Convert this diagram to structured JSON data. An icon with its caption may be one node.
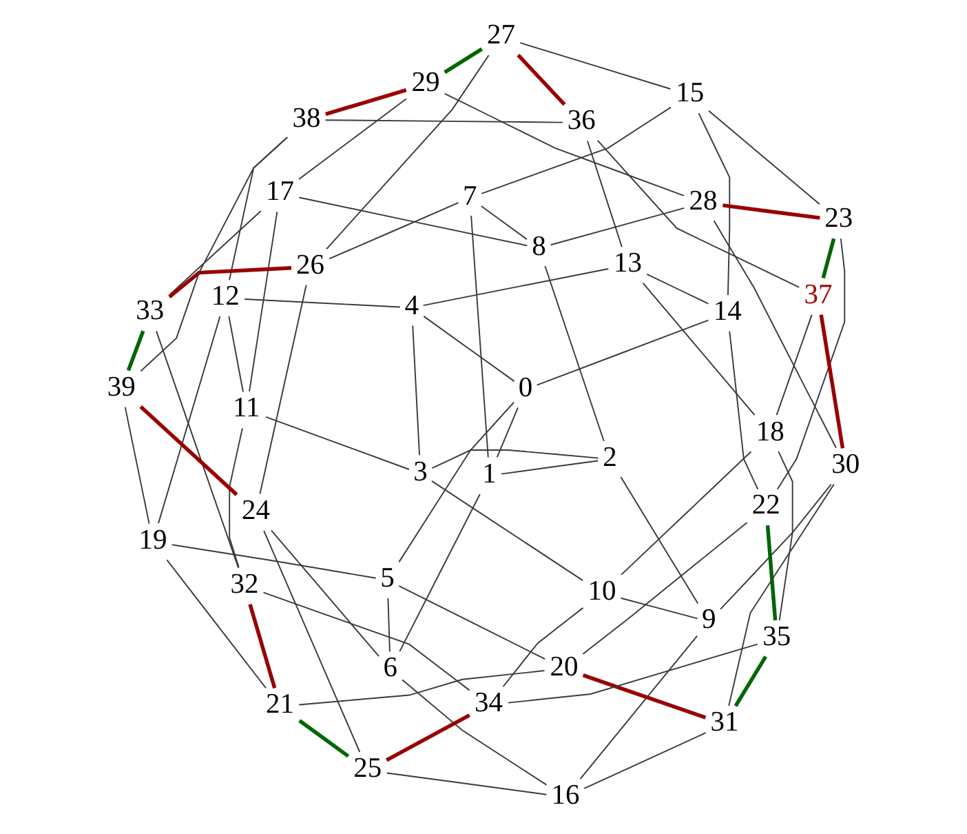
{
  "diagram": {
    "nodes": [
      {
        "text": [
          "0"
        ]
      },
      {
        "text": [
          "1"
        ]
      },
      {
        "text": [
          "2"
        ]
      },
      {
        "text": [
          "3"
        ]
      },
      {
        "text": [
          "4"
        ]
      },
      {
        "text": [
          "5"
        ]
      },
      {
        "text": [
          "6"
        ]
      },
      {
        "text": [
          "7"
        ]
      },
      {
        "text": [
          "8"
        ]
      },
      {
        "text": [
          "9"
        ]
      },
      {
        "text": [
          "10"
        ]
      },
      {
        "text": [
          "11"
        ]
      },
      {
        "text": [
          "12"
        ]
      },
      {
        "text": [
          "13"
        ]
      },
      {
        "text": [
          "14"
        ]
      },
      {
        "text": [
          "15"
        ]
      },
      {
        "text": [
          "16"
        ]
      },
      {
        "text": [
          "17"
        ]
      },
      {
        "text": [
          "18"
        ]
      },
      {
        "text": [
          "19"
        ]
      },
      {
        "text": [
          "20"
        ]
      },
      {
        "text": [
          "21"
        ]
      },
      {
        "text": [
          "22"
        ]
      },
      {
        "text": [
          "23"
        ]
      },
      {
        "text": [
          "24"
        ]
      },
      {
        "text": [
          "25"
        ]
      },
      {
        "text": [
          "26"
        ]
      },
      {
        "text": [
          "27"
        ]
      },
      {
        "text": [
          "28"
        ]
      },
      {
        "text": [
          "29"
        ]
      },
      {
        "text": [
          "30"
        ]
      },
      {
        "text": [
          "31"
        ]
      },
      {
        "text": [
          "32"
        ]
      },
      {
        "text": [
          "33"
        ]
      },
      {
        "text": [
          "34"
        ]
      },
      {
        "text": [
          "35"
        ]
      },
      {
        "text": [
          "36"
        ]
      },
      {
        "text": [
          "37"
        ]
      },
      {
        "text": [
          "38"
        ]
      },
      {
        "text": [
          "39"
        ]
      }
    ],
    "edges": [
      {
        "from": 0,
        "to": 1,
        "arrow": "none"
      },
      {
        "from": 0,
        "to": 4,
        "arrow": "none"
      },
      {
        "from": 0,
        "to": 5,
        "arrow": "none"
      },
      {
        "from": 0,
        "to": 14,
        "arrow": "none"
      },
      {
        "from": 1,
        "to": 2,
        "arrow": "none"
      },
      {
        "from": 1,
        "to": 6,
        "arrow": "none"
      },
      {
        "from": 1,
        "to": 7,
        "arrow": "none"
      },
      {
        "from": 2,
        "to": 3,
        "arrow": "none"
      },
      {
        "from": 2,
        "to": 8,
        "arrow": "none"
      },
      {
        "from": 2,
        "to": 9,
        "arrow": "none"
      },
      {
        "from": 3,
        "to": 4,
        "arrow": "none"
      },
      {
        "from": 3,
        "to": 10,
        "arrow": "none"
      },
      {
        "from": 3,
        "to": 11,
        "arrow": "none"
      },
      {
        "from": 4,
        "to": 12,
        "arrow": "none"
      },
      {
        "from": 4,
        "to": 13,
        "arrow": "none"
      },
      {
        "from": 5,
        "to": 6,
        "arrow": "none"
      },
      {
        "from": 5,
        "to": 20,
        "arrow": "none"
      },
      {
        "from": 5,
        "to": 19,
        "arrow": "none"
      },
      {
        "from": 6,
        "to": 24,
        "arrow": "none"
      },
      {
        "from": 6,
        "to": 16,
        "arrow": "none"
      },
      {
        "from": 7,
        "to": 8,
        "arrow": "none"
      },
      {
        "from": 7,
        "to": 15,
        "arrow": "none"
      },
      {
        "from": 7,
        "to": 26,
        "arrow": "none"
      },
      {
        "from": 8,
        "to": 17,
        "arrow": "none"
      },
      {
        "from": 8,
        "to": 28,
        "arrow": "none"
      },
      {
        "from": 9,
        "to": 10,
        "arrow": "none"
      },
      {
        "from": 9,
        "to": 16,
        "arrow": "none"
      },
      {
        "from": 9,
        "to": 30,
        "arrow": "none"
      },
      {
        "from": 10,
        "to": 18,
        "arrow": "none"
      },
      {
        "from": 10,
        "to": 34,
        "arrow": "none"
      },
      {
        "from": 11,
        "to": 12,
        "arrow": "none"
      },
      {
        "from": 11,
        "to": 32,
        "arrow": "none"
      },
      {
        "from": 11,
        "to": 17,
        "arrow": "none"
      },
      {
        "from": 12,
        "to": 19,
        "arrow": "none"
      },
      {
        "from": 12,
        "to": 38,
        "arrow": "none"
      },
      {
        "from": 13,
        "to": 14,
        "arrow": "none"
      },
      {
        "from": 13,
        "to": 18,
        "arrow": "none"
      },
      {
        "from": 13,
        "to": 36,
        "arrow": "none"
      },
      {
        "from": 14,
        "to": 15,
        "arrow": "none"
      },
      {
        "from": 14,
        "to": 22,
        "arrow": "none"
      },
      {
        "from": 15,
        "to": 23,
        "arrow": "none"
      },
      {
        "from": 15,
        "to": 27,
        "arrow": "none"
      },
      {
        "from": 16,
        "to": 25,
        "arrow": "none"
      },
      {
        "from": 16,
        "to": 31,
        "arrow": "none"
      },
      {
        "from": 17,
        "to": 29,
        "arrow": "none"
      },
      {
        "from": 17,
        "to": 33,
        "arrow": "none"
      },
      {
        "from": 18,
        "to": 35,
        "arrow": "none"
      },
      {
        "from": 18,
        "to": 37,
        "arrow": "none"
      },
      {
        "from": 19,
        "to": 21,
        "arrow": "none"
      },
      {
        "from": 19,
        "to": 39,
        "arrow": "none"
      },
      {
        "from": 20,
        "to": 21,
        "arrow": "none"
      },
      {
        "from": 20,
        "to": 22,
        "arrow": "none"
      },
      {
        "from": 22,
        "to": 23,
        "arrow": "none"
      },
      {
        "from": 24,
        "to": 25,
        "arrow": "none"
      },
      {
        "from": 24,
        "to": 26,
        "arrow": "none"
      },
      {
        "from": 26,
        "to": 27,
        "arrow": "none"
      },
      {
        "from": 28,
        "to": 29,
        "arrow": "none"
      },
      {
        "from": 28,
        "to": 30,
        "arrow": "none"
      },
      {
        "from": 30,
        "to": 31,
        "arrow": "none"
      },
      {
        "from": 32,
        "to": 33,
        "arrow": "none"
      },
      {
        "from": 32,
        "to": 34,
        "arrow": "none"
      },
      {
        "from": 34,
        "to": 35,
        "arrow": "none"
      },
      {
        "from": 36,
        "to": 37,
        "arrow": "none"
      },
      {
        "from": 36,
        "to": 38,
        "arrow": "none"
      },
      {
        "from": 38,
        "to": 39,
        "arrow": "none"
      },
      {
        "from": 21,
        "to": 32,
        "arrow": "none",
        "style": "thick",
        "color": "#990000"
      },
      {
        "from": 23,
        "to": 28,
        "arrow": "none",
        "style": "thick",
        "color": "#990000"
      },
      {
        "from": 39,
        "to": 24,
        "arrow": "none",
        "style": "thick",
        "color": "#990000"
      },
      {
        "from": 36,
        "to": 27,
        "arrow": "none",
        "style": "thick",
        "color": "#990000"
      },
      {
        "from": 37,
        "to": 30,
        "arrow": "none",
        "style": "thick",
        "color": "#990000"
      },
      {
        "from": 38,
        "to": 29,
        "arrow": "none",
        "style": "thick",
        "color": "#990000"
      },
      {
        "from": 20,
        "to": 31,
        "arrow": "none",
        "style": "thick",
        "color": "#990000"
      },
      {
        "from": 26,
        "to": 33,
        "arrow": "none",
        "style": "thick",
        "color": "#990000"
      },
      {
        "from": 25,
        "to": 34,
        "arrow": "none",
        "style": "thick",
        "color": "#990000"
      },
      {
        "from": 21,
        "to": 25,
        "arrow": "none",
        "style": "thick",
        "color": "#006600"
      },
      {
        "from": 37,
        "to": 23,
        "arrow": "none",
        "style": "thick",
        "color": "#006600"
      },
      {
        "from": 39,
        "to": 33,
        "arrow": "none",
        "style": "thick",
        "color": "#006600"
      },
      {
        "from": 22,
        "to": 35,
        "arrow": "none",
        "style": "thick",
        "color": "#006600"
      },
      {
        "from": 35,
        "to": 31,
        "arrow": "none",
        "style": "thick",
        "color": "#006600"
      },
      {
        "from": 29,
        "to": 27,
        "arrow": "none",
        "style": "thick",
        "color": "#006600"
      }
    ]
  }
}
